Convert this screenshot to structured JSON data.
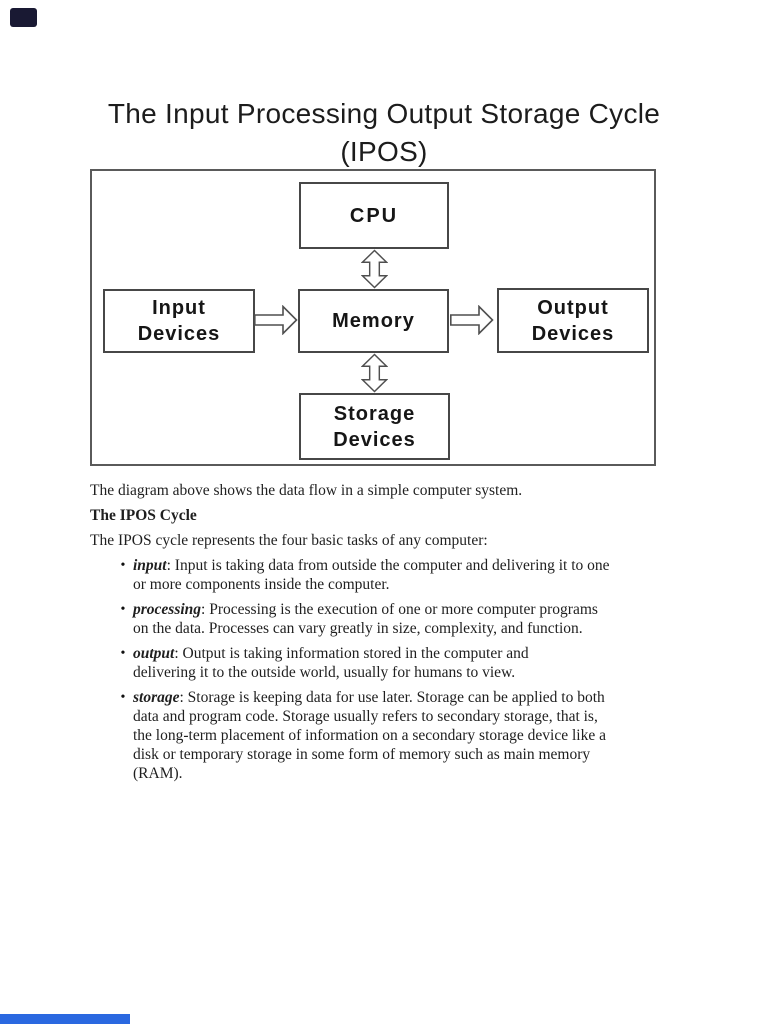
{
  "title": {
    "line1": "The Input Processing Output Storage Cycle",
    "line2": "(IPOS)"
  },
  "diagram": {
    "cpu_label": "CPU",
    "input_label": "Input\nDevices",
    "memory_label": "Memory",
    "output_label": "Output\nDevices",
    "storage_label": "Storage\nDevices",
    "box_border_color": "#474747",
    "outer_border_color": "#5a5a5a"
  },
  "body": {
    "caption": "The diagram above shows the data flow in a simple computer system.",
    "heading": "The IPOS Cycle",
    "intro": "The IPOS cycle represents the four basic tasks of any computer:",
    "list_marker": "•",
    "bullets": [
      {
        "term": "input",
        "text": ": Input is taking data from outside the computer and delivering it to one\nor more components inside the computer."
      },
      {
        "term": "processing",
        "text": ": Processing is the execution of one or more computer programs\non the data. Processes can vary greatly in size, complexity, and function."
      },
      {
        "term": "output",
        "text": ": Output is taking information stored in the computer and\ndelivering it to the outside world, usually for humans to view."
      },
      {
        "term": "storage",
        "text": ": Storage is keeping data for use later. Storage can be applied to both\ndata and program code. Storage usually refers to secondary storage, that is,\nthe long-term placement of information on a secondary storage device like a\ndisk or temporary storage in some form of memory such as main memory\n(RAM)."
      }
    ]
  },
  "viewer": {
    "corner_mark_color": "#191933",
    "progress_bar_color": "#2a68e0"
  }
}
